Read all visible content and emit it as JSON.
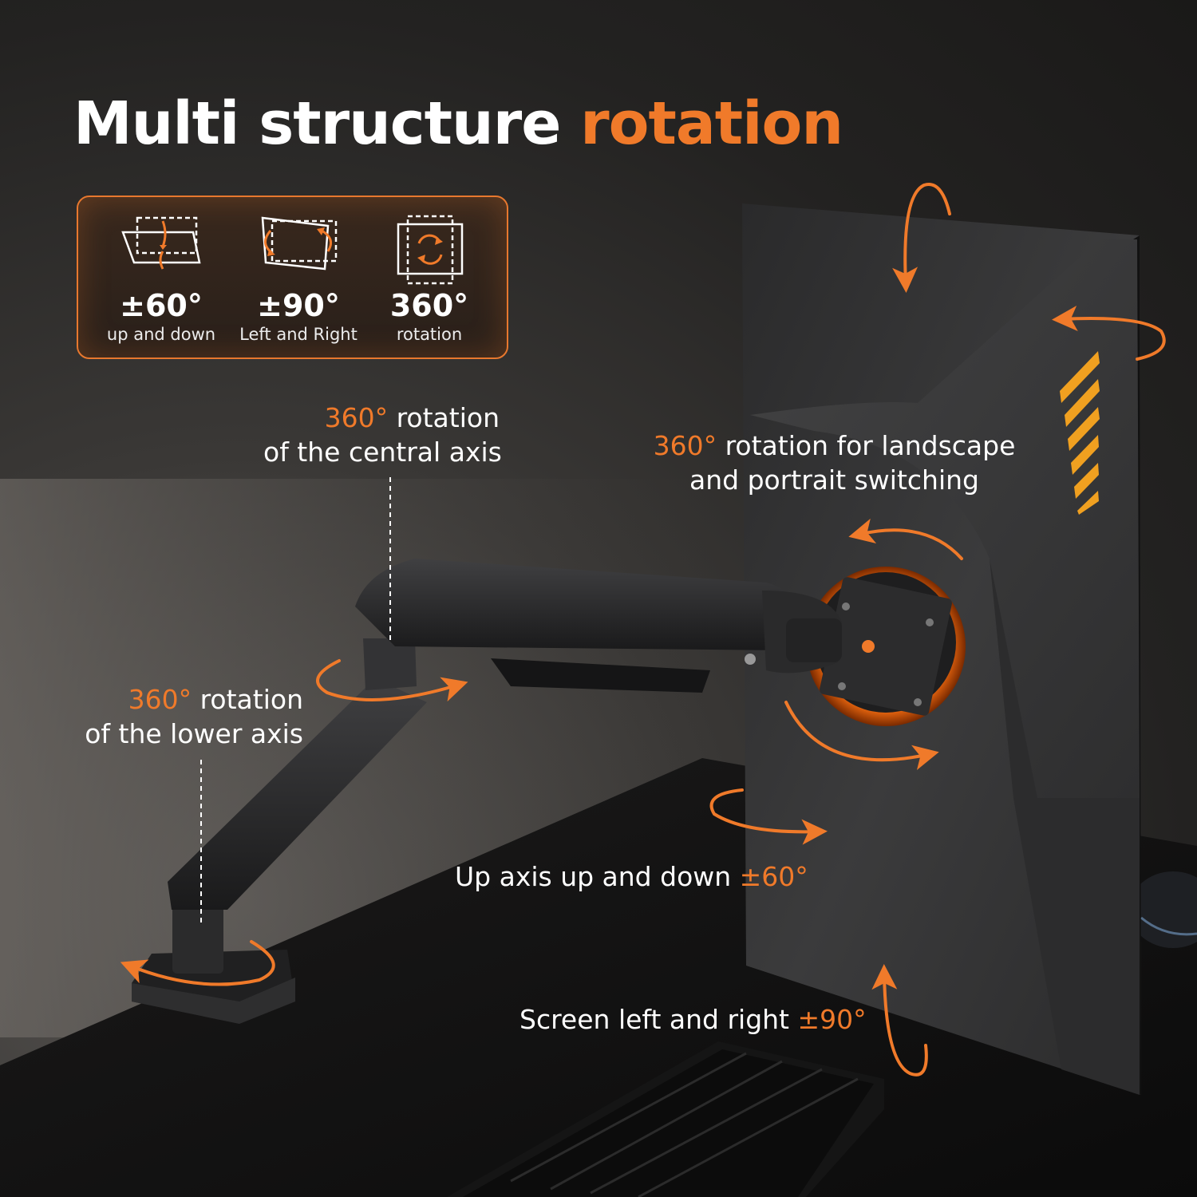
{
  "title": {
    "main": "Multi structure",
    "accent": "rotation"
  },
  "specs": [
    {
      "value": "±60°",
      "label": "up and down",
      "icon": "tilt-icon"
    },
    {
      "value": "±90°",
      "label": "Left and Right",
      "icon": "swivel-icon"
    },
    {
      "value": "360°",
      "label": "rotation",
      "icon": "rotate-icon"
    }
  ],
  "callouts": {
    "central_axis": {
      "highlight": "360°",
      "line1_rest": " rotation",
      "line2": "of the central axis"
    },
    "landscape": {
      "highlight": "360°",
      "line1_rest": " rotation for landscape",
      "line2": "and portrait switching"
    },
    "lower_axis": {
      "highlight": "360°",
      "line1_rest": " rotation",
      "line2": "of the lower axis"
    },
    "up_axis": {
      "text": "Up axis up and down ",
      "highlight": "±60°"
    },
    "screen": {
      "text": "Screen left and right ",
      "highlight": "±90°"
    }
  },
  "colors": {
    "accent": "#f07a2a",
    "text": "#ffffff"
  }
}
